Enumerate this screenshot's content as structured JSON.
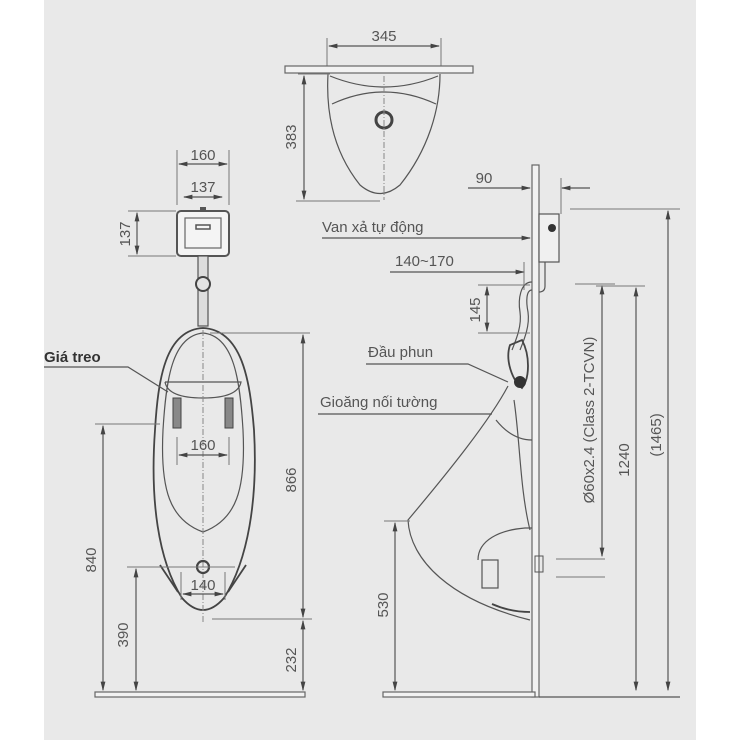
{
  "diagram": {
    "subject": "Wall-hung urinal with automatic flush valve - technical drawing",
    "colors": {
      "background": "#e9e9e9",
      "page": "#ffffff",
      "line": "#555555"
    }
  },
  "top_view": {
    "width_dim": "345",
    "depth_dim": "383"
  },
  "front_view": {
    "valve_outer_width": "160",
    "valve_inner_width": "137",
    "valve_height": "137",
    "bracket_label": "Giá treo",
    "bracket_spacing": "160",
    "outlet_spacing": "140",
    "height_total": "866",
    "mount_height": "840",
    "outlet_height": "390",
    "bottom_height": "232"
  },
  "side_view": {
    "valve_depth": "90",
    "label_valve": "Van xả tự động",
    "pipe_offset": "140~170",
    "spout_drop": "145",
    "label_spray_head": "Đầu phun",
    "label_wall_gasket": "Gioăng nối tường",
    "pipe_spec": "Ø60x2.4 (Class 2-TCVN)",
    "height_1240": "1240",
    "height_1465": "(1465)",
    "lip_height": "530"
  }
}
